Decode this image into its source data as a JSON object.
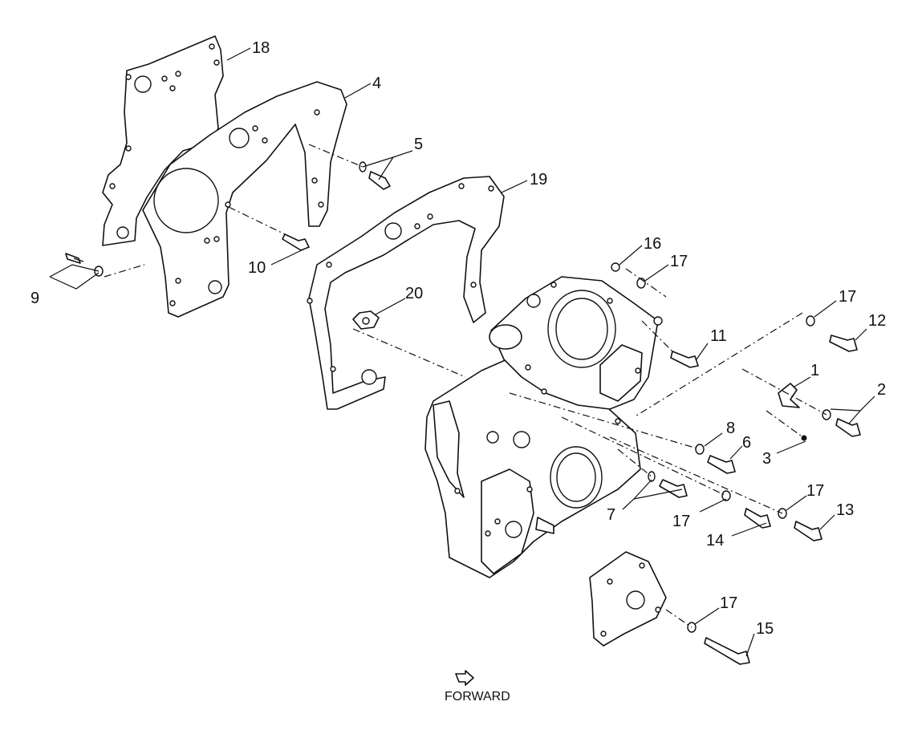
{
  "diagram": {
    "forward_label": "FORWARD",
    "callouts": {
      "c1": "1",
      "c2": "2",
      "c3": "3",
      "c4": "4",
      "c5": "5",
      "c6": "6",
      "c7": "7",
      "c8": "8",
      "c9": "9",
      "c10": "10",
      "c11": "11",
      "c12": "12",
      "c13": "13",
      "c14": "14",
      "c15": "15",
      "c16": "16",
      "c17": "17",
      "c18": "18",
      "c19": "19",
      "c20": "20"
    }
  }
}
